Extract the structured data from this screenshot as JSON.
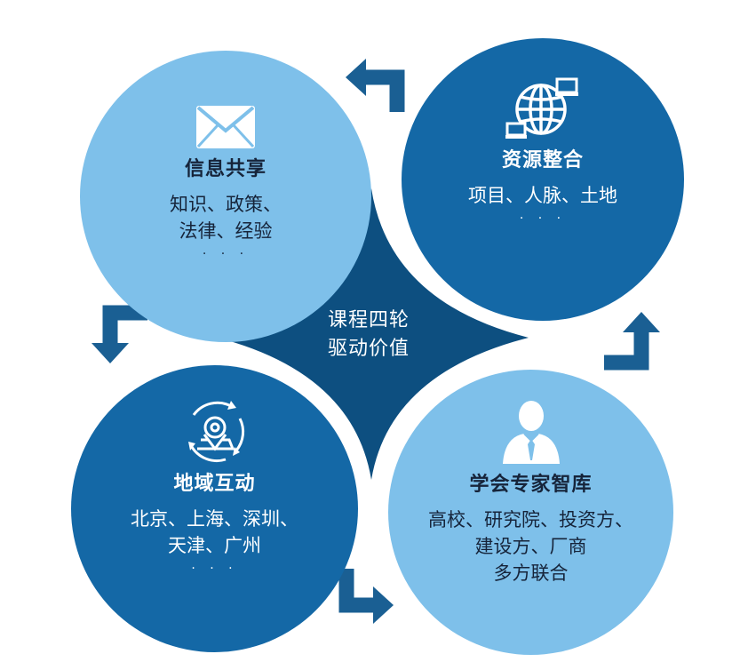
{
  "center": {
    "line1": "课程四轮",
    "line2": "驱动价值"
  },
  "nodes": {
    "info_sharing": {
      "title": "信息共享",
      "lines": [
        "知识、政策、",
        "法律、经验"
      ],
      "more": "· · ·",
      "icon": "envelope-icon"
    },
    "resource_integration": {
      "title": "资源整合",
      "lines": [
        "项目、人脉、土地"
      ],
      "more": "· · ·",
      "icon": "globe-network-icon"
    },
    "regional_interaction": {
      "title": "地域互动",
      "lines": [
        "北京、上海、深圳、",
        "天津、广州"
      ],
      "more": "· · ·",
      "icon": "location-cycle-icon"
    },
    "expert_think_tank": {
      "title": "学会专家智库",
      "lines": [
        "高校、研究院、投资方、",
        "建设方、厂商",
        "多方联合"
      ],
      "icon": "businessman-icon"
    }
  },
  "colors": {
    "light_blue": "#7ec0ea",
    "dark_blue": "#1468a6",
    "navy": "#0d4f80",
    "arrow": "#1a5f93"
  }
}
